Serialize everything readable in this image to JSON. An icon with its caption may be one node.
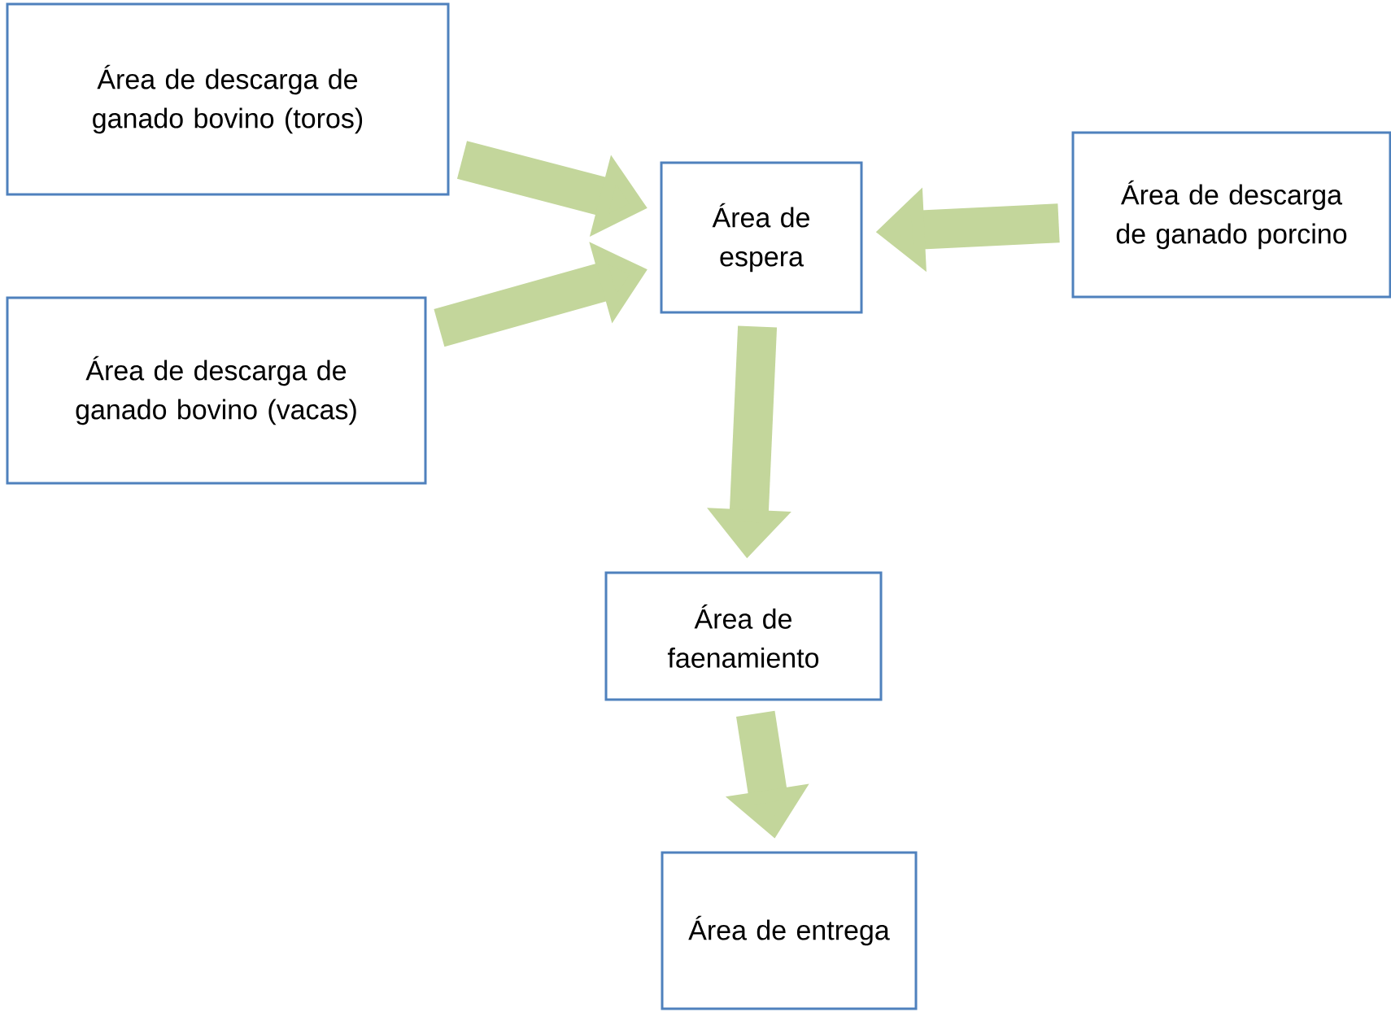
{
  "diagram": {
    "nodes": [
      {
        "text": [
          "Área de descarga de ganado bovino (toros)"
        ]
      },
      {
        "text": [
          "Área de espera"
        ]
      },
      {
        "text": [
          "Área de descarga de ganado porcino"
        ]
      },
      {
        "text": [
          "Área de descarga de ganado bovino (vacas)"
        ]
      },
      {
        "text": [
          "Área de faenamiento"
        ]
      },
      {
        "text": [
          "Área de entrega"
        ]
      }
    ],
    "edges": [
      {
        "from": 0,
        "to": 1,
        "arrow": "to"
      },
      {
        "from": 3,
        "to": 1,
        "arrow": "to"
      },
      {
        "from": 2,
        "to": 1,
        "arrow": "to"
      },
      {
        "from": 1,
        "to": 4,
        "arrow": "to"
      },
      {
        "from": 4,
        "to": 5,
        "arrow": "to"
      }
    ]
  }
}
